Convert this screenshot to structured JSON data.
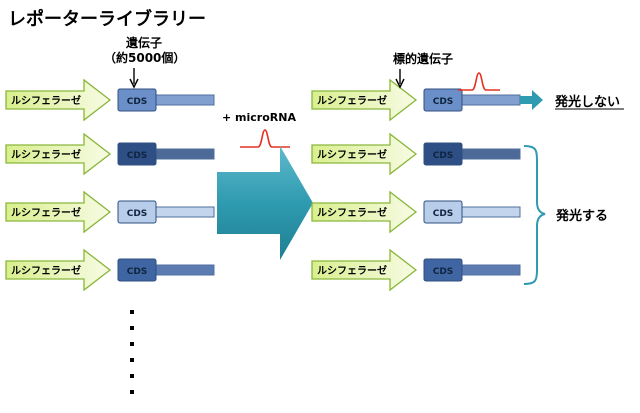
{
  "title": "レポーターライブラリー",
  "gene_label": "遺伝子",
  "gene_count": "（約5000個）",
  "luciferase_label": "ルシフェラーゼ",
  "cds_label": "CDS",
  "microrna_label": "+ microRNA",
  "target_gene_label": "標的遺伝子",
  "no_glow_label": "発光しない",
  "glow_label": "発光する",
  "colors": {
    "arrow_fill_start": "#d9ef8e",
    "arrow_fill_end": "#f7fbe4",
    "arrow_stroke": "#8ab63a",
    "big_arrow": "#2f9bb0",
    "bracket": "#2f9bb0",
    "mirna_wave": "#e53222",
    "cds_shades": [
      "#6b8fc8",
      "#2d4f86",
      "#b8cde9",
      "#3f65a3"
    ]
  }
}
